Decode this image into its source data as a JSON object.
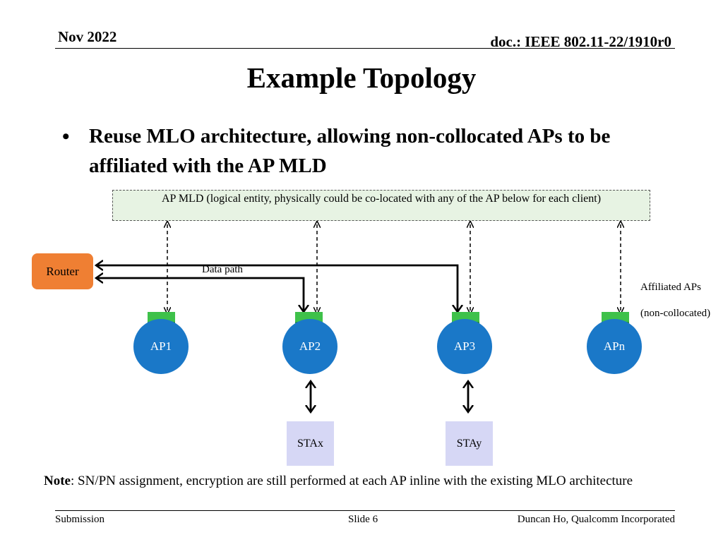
{
  "header": {
    "date": "Nov 2022",
    "doc": "doc.: IEEE 802.11-22/1910r0"
  },
  "title": "Example Topology",
  "bullet": "Reuse MLO architecture, allowing non-collocated APs to be affiliated with the AP MLD",
  "diagram": {
    "ap_mld_label": "AP MLD (logical entity, physically could be co-located with any of the AP below for each client)",
    "router_label": "Router",
    "data_path_label": "Data path",
    "affiliated_label": "Affiliated APs",
    "non_collocated_label": "(non-collocated)",
    "aps": [
      "AP1",
      "AP2",
      "AP3",
      "APn"
    ],
    "stations": [
      "STAx",
      "STAy"
    ],
    "colors": {
      "ap": "#1a78c8",
      "ap_cap": "#3ec14a",
      "router": "#ef7f33",
      "mld_box": "#e7f3e3",
      "station": "#d6d7f5"
    }
  },
  "note": {
    "bold": "Note",
    "text": ": SN/PN assignment, encryption are still performed at each AP inline with the existing MLO architecture"
  },
  "footer": {
    "left": "Submission",
    "center": "Slide 6",
    "right": "Duncan Ho, Qualcomm Incorporated"
  }
}
